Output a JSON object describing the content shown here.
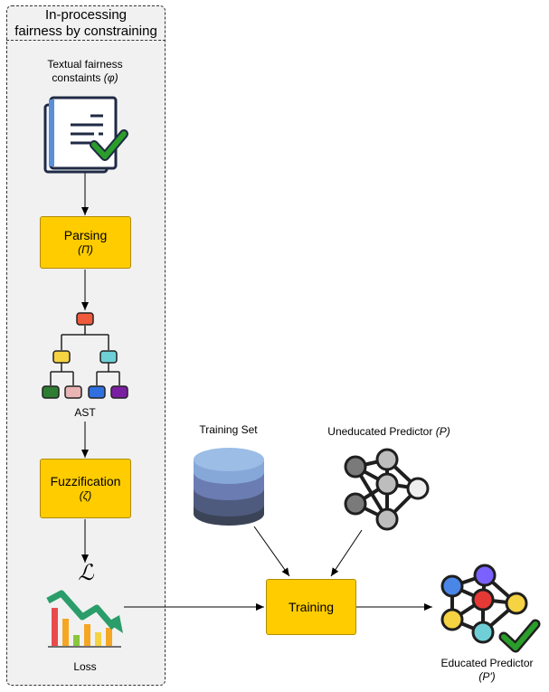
{
  "panel": {
    "title_line1": "In-processing",
    "title_line2": "fairness by constraining"
  },
  "constraints": {
    "label_line1": "Textual fairness",
    "label_line2": "constaints",
    "symbol": "(φ)",
    "icon": "document-check-icon"
  },
  "parsing": {
    "label": "Parsing",
    "symbol": "(Π)"
  },
  "ast": {
    "label": "AST",
    "icon": "tree-icon"
  },
  "fuzzification": {
    "label": "Fuzzification",
    "symbol": "(ζ)"
  },
  "loss": {
    "symbol": "ℒ",
    "label": "Loss",
    "icon": "declining-chart-icon"
  },
  "training_set": {
    "label": "Training Set",
    "icon": "database-icon"
  },
  "uneducated": {
    "label": "Uneducated Predictor",
    "symbol": "(P)",
    "icon": "neural-network-icon"
  },
  "training": {
    "label": "Training"
  },
  "educated": {
    "label": "Educated Predictor",
    "symbol": "(P')",
    "icon": "colored-network-check-icon"
  },
  "colors": {
    "box_fill": "#ffcc00",
    "panel_fill": "#f1f1f1",
    "check_green": "#2a9d2a"
  }
}
